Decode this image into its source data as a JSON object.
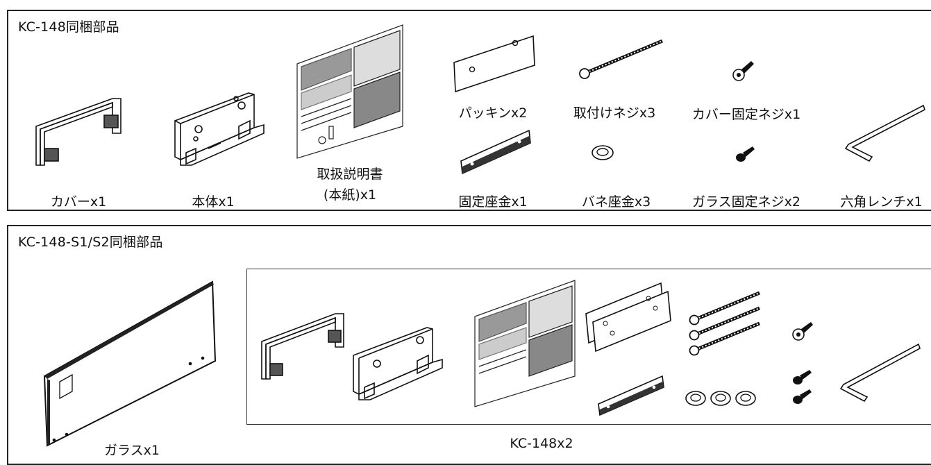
{
  "top_section": {
    "title": "KC-148同梱部品",
    "items": [
      {
        "label": "カバーx1",
        "icon": "cover-frame"
      },
      {
        "label": "本体x1",
        "icon": "main-body"
      },
      {
        "label_line1": "取扱説明書",
        "label_line2": "(本紙)x1",
        "icon": "manual-sheet"
      },
      {
        "label": "パッキンx2",
        "icon": "gasket"
      },
      {
        "label": "固定座金x1",
        "icon": "fixing-washer-plate"
      },
      {
        "label": "取付けネジx3",
        "icon": "mounting-screw"
      },
      {
        "label": "バネ座金x3",
        "icon": "spring-washer"
      },
      {
        "label": "カバー固定ネジx1",
        "icon": "cover-screw"
      },
      {
        "label": "ガラス固定ネジx2",
        "icon": "glass-screw"
      },
      {
        "label": "六角レンチx1",
        "icon": "hex-wrench"
      }
    ]
  },
  "bottom_section": {
    "title": "KC-148-S1/S2同梱部品",
    "glass_label": "ガラスx1",
    "kit_label": "KC-148x2"
  }
}
